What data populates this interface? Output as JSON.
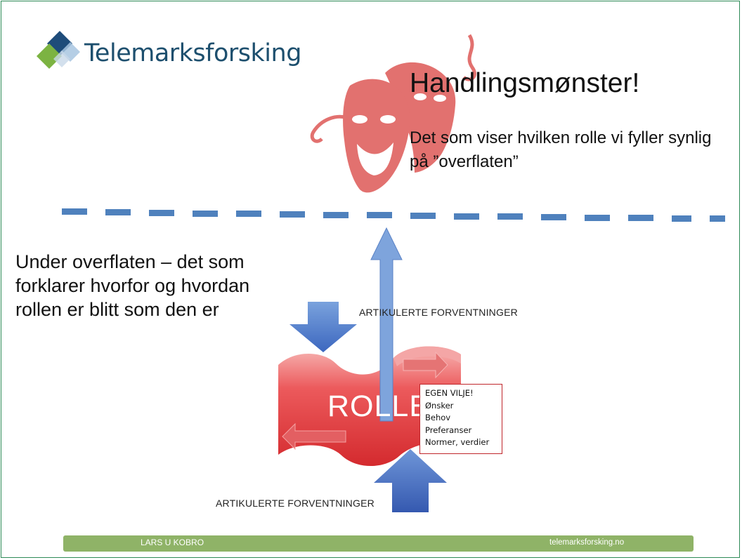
{
  "logo": {
    "text": "Telemarksforsking"
  },
  "slide": {
    "title": "Handlingsmønster!",
    "subtitle": "Det som viser hvilken rolle vi fyller synlig på ”overflaten”",
    "under_text": "Under overflaten – det som forklarer hvorfor og hvordan rollen er blitt som den er"
  },
  "diagram": {
    "expectations_top": "ARTIKULERTE FORVENTNINGER",
    "expectations_bottom": "ARTIKULERTE FORVENTNINGER",
    "role_label": "ROLLE",
    "own_will": [
      "EGEN VILJE!",
      "Ønsker",
      "Behov",
      "Preferanser",
      "Normer, verdier"
    ]
  },
  "footer": {
    "left": "LARS U KOBRO",
    "right": "telemarksforsking.no"
  },
  "colors": {
    "mask": "#e2716f",
    "dash": "#4f81bd",
    "role": "#e8484b",
    "footer": "#8fb367",
    "arrow": "#4a78c8"
  }
}
